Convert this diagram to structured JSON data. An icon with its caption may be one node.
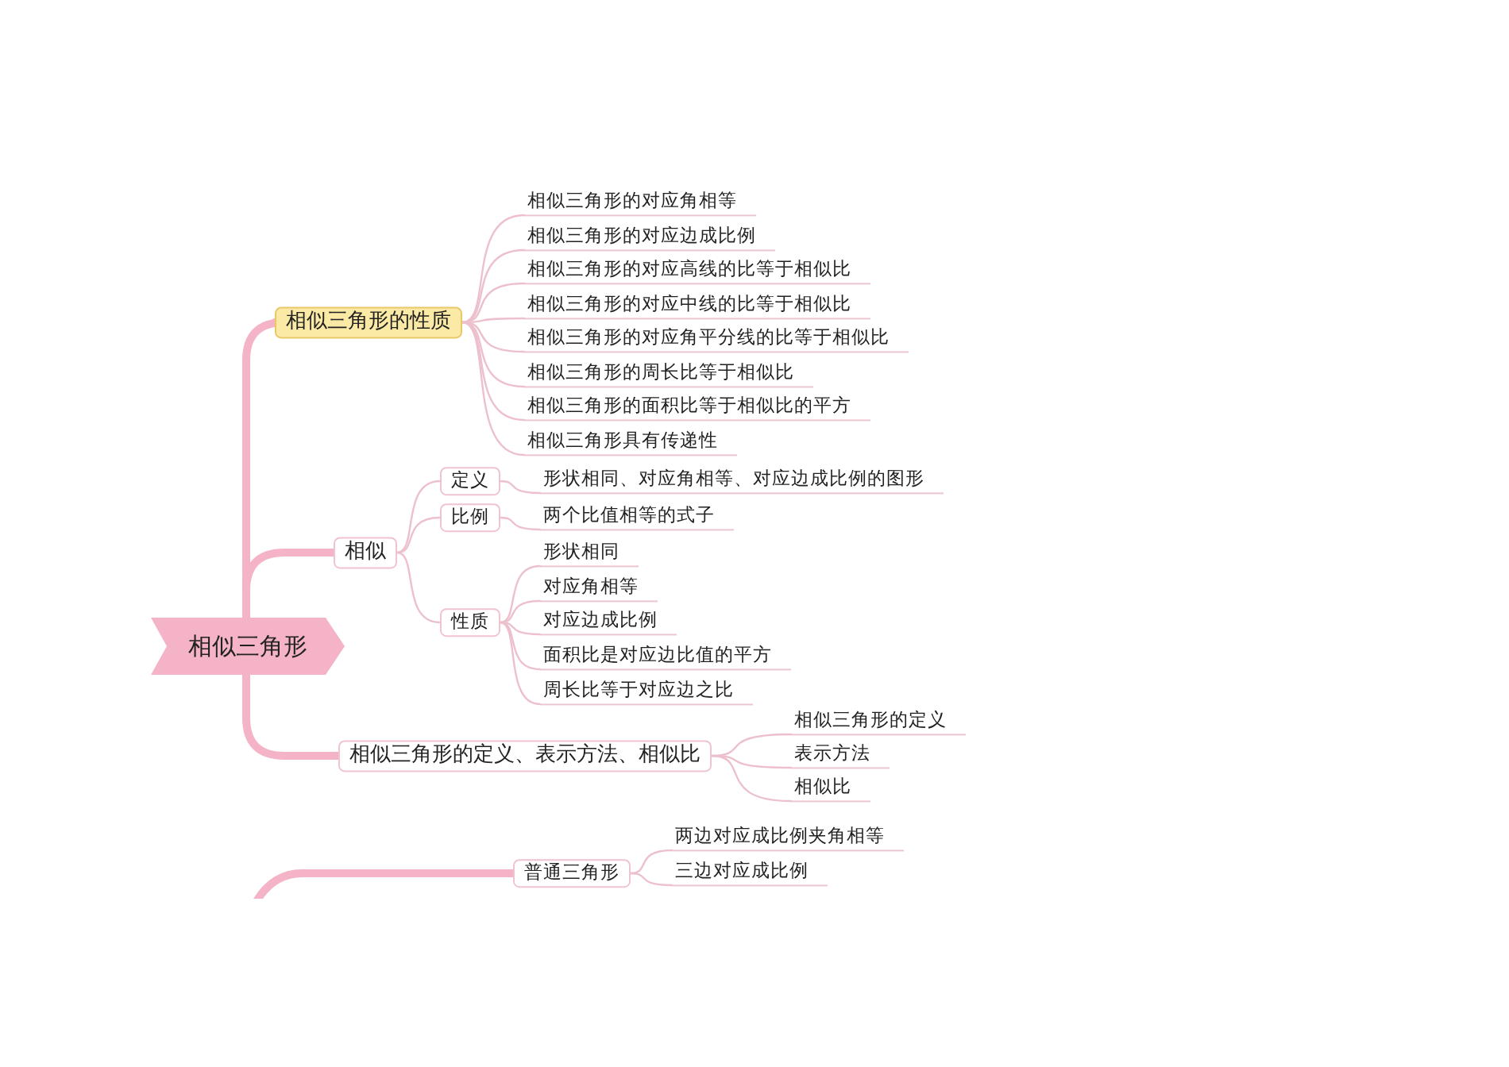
{
  "diagram": {
    "nodes": [
      {
        "text": [
          "相似三角形"
        ]
      },
      {
        "text": [
          "相似三角形的性质"
        ]
      },
      {
        "text": [
          "相似三角形的对应角相等"
        ]
      },
      {
        "text": [
          "相似三角形的对应边成比例"
        ]
      },
      {
        "text": [
          "相似三角形的对应高线的比等于相似比"
        ]
      },
      {
        "text": [
          "相似三角形的对应中线的比等于相似比"
        ]
      },
      {
        "text": [
          "相似三角形的对应角平分线的比等于相似比"
        ]
      },
      {
        "text": [
          "相似三角形的周长比等于相似比"
        ]
      },
      {
        "text": [
          "相似三角形的面积比等于相似比的平方"
        ]
      },
      {
        "text": [
          "相似三角形具有传递性"
        ]
      },
      {
        "text": [
          "相似"
        ]
      },
      {
        "text": [
          "定义"
        ]
      },
      {
        "text": [
          "比例"
        ]
      },
      {
        "text": [
          "性质"
        ]
      },
      {
        "text": [
          "形状相同、对应角相等、对应边成比例的图形"
        ]
      },
      {
        "text": [
          "两个比值相等的式子"
        ]
      },
      {
        "text": [
          "形状相同"
        ]
      },
      {
        "text": [
          "对应角相等"
        ]
      },
      {
        "text": [
          "对应边成比例"
        ]
      },
      {
        "text": [
          "面积比是对应边比值的平方"
        ]
      },
      {
        "text": [
          "周长比等于对应边之比"
        ]
      },
      {
        "text": [
          "相似三角形的定义、表示方法、相似比"
        ]
      },
      {
        "text": [
          "相似三角形的定义"
        ]
      },
      {
        "text": [
          "表示方法"
        ]
      },
      {
        "text": [
          "相似比"
        ]
      },
      {
        "text": [
          "普通三角形"
        ]
      },
      {
        "text": [
          "两边对应成比例夹角相等"
        ]
      },
      {
        "text": [
          "三边对应成比例"
        ]
      }
    ],
    "edges": [
      {
        "from": 0,
        "to": 1,
        "arrow": "none",
        "style": "thick",
        "color": "#f4b3c6"
      },
      {
        "from": 1,
        "to": 2,
        "arrow": "none"
      },
      {
        "from": 1,
        "to": 3,
        "arrow": "none"
      },
      {
        "from": 1,
        "to": 4,
        "arrow": "none"
      },
      {
        "from": 1,
        "to": 5,
        "arrow": "none"
      },
      {
        "from": 1,
        "to": 6,
        "arrow": "none"
      },
      {
        "from": 1,
        "to": 7,
        "arrow": "none"
      },
      {
        "from": 1,
        "to": 8,
        "arrow": "none"
      },
      {
        "from": 1,
        "to": 9,
        "arrow": "none"
      },
      {
        "from": 0,
        "to": 10,
        "arrow": "none",
        "style": "thick",
        "color": "#f4b3c6"
      },
      {
        "from": 10,
        "to": 11,
        "arrow": "none"
      },
      {
        "from": 10,
        "to": 12,
        "arrow": "none"
      },
      {
        "from": 10,
        "to": 13,
        "arrow": "none"
      },
      {
        "from": 11,
        "to": 14,
        "arrow": "none"
      },
      {
        "from": 12,
        "to": 15,
        "arrow": "none"
      },
      {
        "from": 13,
        "to": 16,
        "arrow": "none"
      },
      {
        "from": 13,
        "to": 17,
        "arrow": "none"
      },
      {
        "from": 13,
        "to": 18,
        "arrow": "none"
      },
      {
        "from": 13,
        "to": 19,
        "arrow": "none"
      },
      {
        "from": 13,
        "to": 20,
        "arrow": "none"
      },
      {
        "from": 0,
        "to": 21,
        "arrow": "none",
        "style": "thick",
        "color": "#f4b3c6"
      },
      {
        "from": 21,
        "to": 22,
        "arrow": "none"
      },
      {
        "from": 21,
        "to": 23,
        "arrow": "none"
      },
      {
        "from": 21,
        "to": 24,
        "arrow": "none"
      },
      {
        "from": null,
        "to": 25,
        "arrow": "none",
        "style": "thick",
        "color": "#f4b3c6"
      },
      {
        "from": 25,
        "to": 26,
        "arrow": "none"
      },
      {
        "from": 25,
        "to": 27,
        "arrow": "none"
      }
    ]
  }
}
